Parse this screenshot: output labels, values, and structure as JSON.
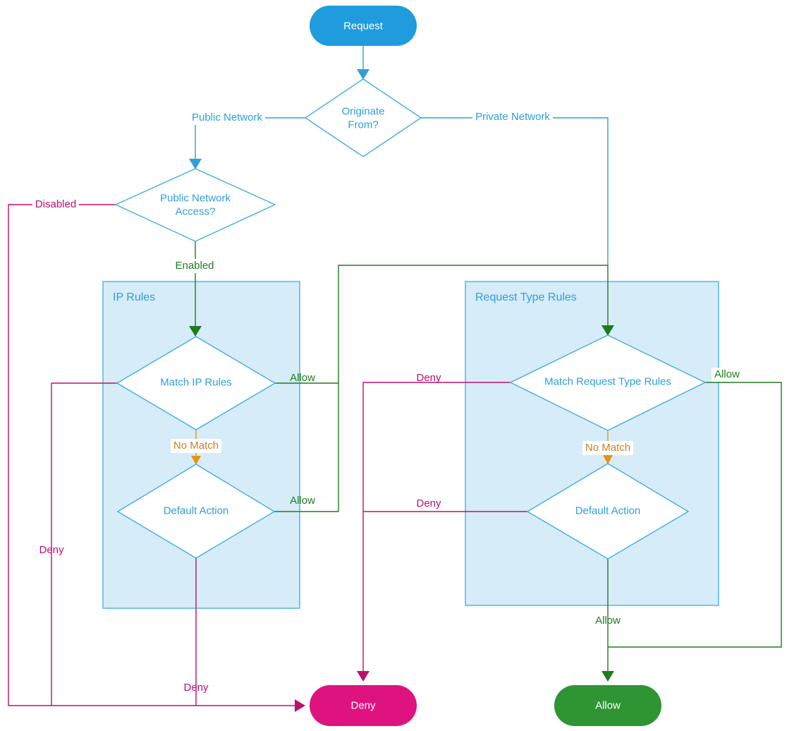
{
  "diagram": {
    "title": "Request network access decision flowchart",
    "nodes": {
      "request": {
        "label": "Request"
      },
      "originate_from": {
        "label": "Originate From?"
      },
      "public_network_access": {
        "label": "Public Network Access?"
      },
      "match_ip_rules": {
        "label": "Match IP Rules"
      },
      "ip_default_action": {
        "label": "Default Action"
      },
      "match_request_type_rules": {
        "label": "Match Request Type Rules"
      },
      "rt_default_action": {
        "label": "Default Action"
      },
      "deny": {
        "label": "Deny"
      },
      "allow": {
        "label": "Allow"
      }
    },
    "containers": {
      "ip_rules": {
        "title": "IP Rules"
      },
      "request_type_rules": {
        "title": "Request Type Rules"
      }
    },
    "edge_labels": {
      "public_network": "Public Network",
      "private_network": "Private Network",
      "disabled": "Disabled",
      "enabled": "Enabled",
      "ip_match_allow": "Allow",
      "ip_match_no_match": "No Match",
      "ip_default_allow": "Allow",
      "ip_match_deny": "Deny",
      "ip_default_deny": "Deny",
      "rt_match_deny": "Deny",
      "rt_default_deny": "Deny",
      "rt_match_no_match": "No Match",
      "rt_match_allow": "Allow",
      "rt_default_allow": "Allow"
    },
    "colors": {
      "blue_node_fill": "#1e9cdd",
      "blue_line": "#2e9fd9",
      "diamond_border": "#44ace0",
      "container_fill": "#d6ecf8",
      "container_border": "#52b7e6",
      "green_line": "#1e7c1f",
      "green_node_fill": "#2e9434",
      "magenta_line": "#bb106e",
      "magenta_node_fill": "#de1380",
      "orange_line": "#e8940f",
      "orange_text": "#c8831f"
    }
  }
}
